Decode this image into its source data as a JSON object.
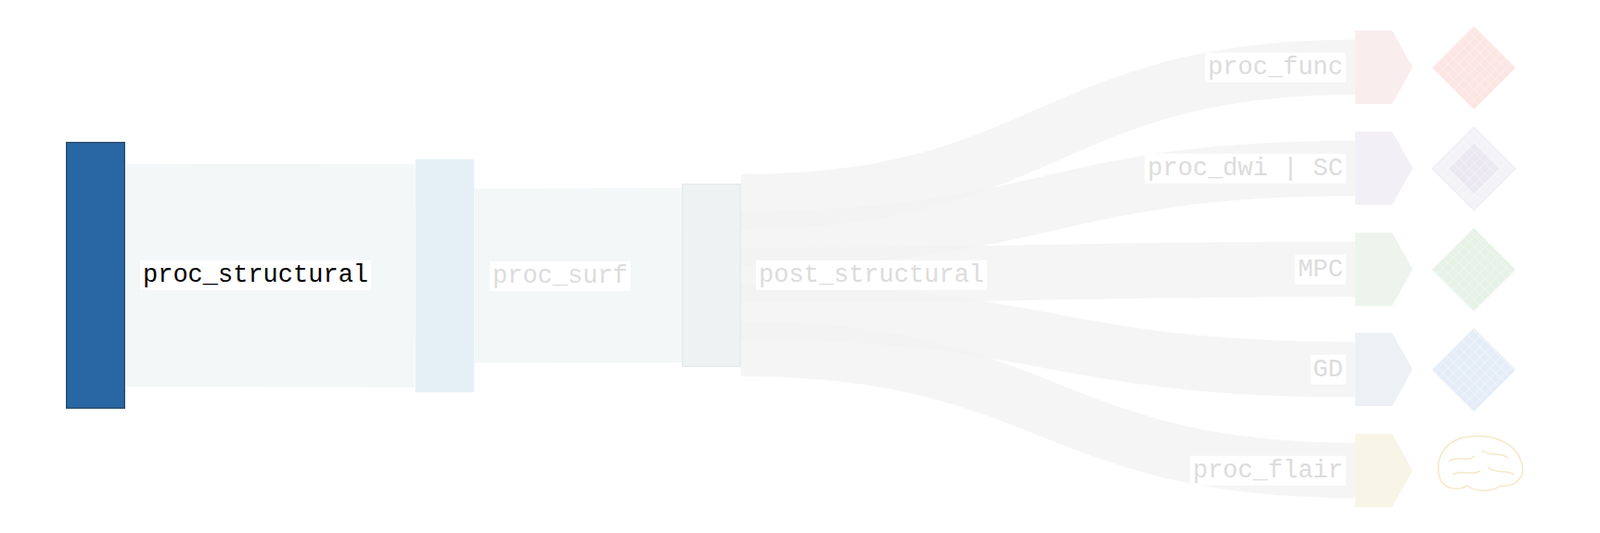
{
  "diagram": {
    "nodes": [
      {
        "text": [
          "proc_structural"
        ]
      },
      {
        "text": [
          "proc_surf"
        ]
      },
      {
        "text": [
          "post_structural"
        ]
      },
      {
        "text": [
          "proc_func"
        ]
      },
      {
        "text": [
          "proc_dwi | SC"
        ]
      },
      {
        "text": [
          "MPC"
        ]
      },
      {
        "text": [
          "GD"
        ]
      },
      {
        "text": [
          "proc_flair"
        ]
      }
    ],
    "edges": [
      {
        "from": 0,
        "to": 1,
        "arrow": "none"
      },
      {
        "from": 1,
        "to": 2,
        "arrow": "none"
      },
      {
        "from": 2,
        "to": 3,
        "arrow": "none"
      },
      {
        "from": 2,
        "to": 4,
        "arrow": "none"
      },
      {
        "from": 2,
        "to": 5,
        "arrow": "none"
      },
      {
        "from": 2,
        "to": 6,
        "arrow": "none"
      },
      {
        "from": 2,
        "to": 7,
        "arrow": "none"
      }
    ]
  }
}
